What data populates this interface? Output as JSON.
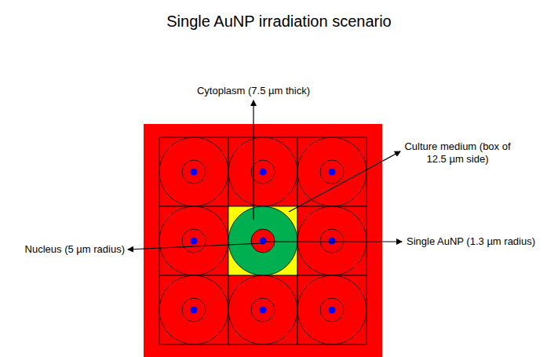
{
  "diagram": {
    "title": "Single AuNP irradiation scenario",
    "labels": [
      "Cytoplasm (7.5 µm thick)",
      "Culture medium (box of 12.5 µm side)",
      "Nucleus (5 µm radius)",
      "Single AuNP (1.3 µm radius)"
    ]
  }
}
